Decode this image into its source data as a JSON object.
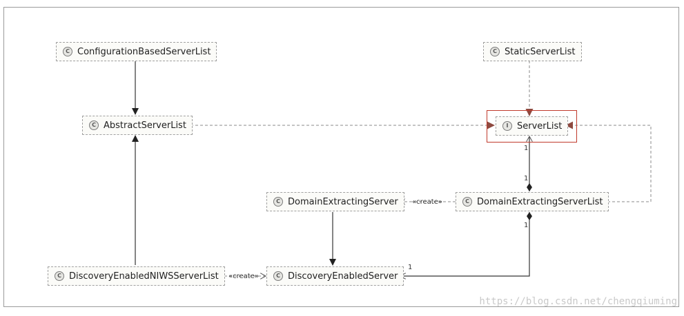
{
  "nodes": {
    "configuration_based_server_list": {
      "kind": "C",
      "label": "ConfigurationBasedServerList"
    },
    "abstract_server_list": {
      "kind": "C",
      "label": "AbstractServerList"
    },
    "static_server_list": {
      "kind": "C",
      "label": "StaticServerList"
    },
    "server_list": {
      "kind": "I",
      "label": "ServerList"
    },
    "domain_extracting_server": {
      "kind": "C",
      "label": "DomainExtractingServer"
    },
    "domain_extracting_server_list": {
      "kind": "C",
      "label": "DomainExtractingServerList"
    },
    "discovery_enabled_niws_server_list": {
      "kind": "C",
      "label": "DiscoveryEnabledNIWSServerList"
    },
    "discovery_enabled_server": {
      "kind": "C",
      "label": "DiscoveryEnabledServer"
    }
  },
  "edge_labels": {
    "creates": "«create»",
    "one": "1"
  },
  "watermark": "https://blog.csdn.net/chengqiuming",
  "colors": {
    "line": "#3a3a3a",
    "dashed_line": "#8a8a8a",
    "highlight": "#c0392b",
    "node_fill": "#fbfbf8"
  }
}
